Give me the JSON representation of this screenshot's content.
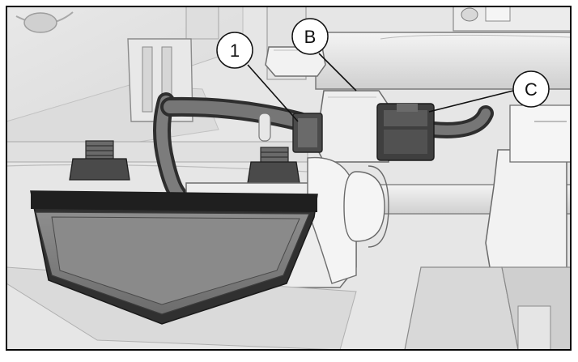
{
  "figure": {
    "callouts": {
      "c1": "1",
      "cB": "B",
      "cC": "C"
    }
  }
}
